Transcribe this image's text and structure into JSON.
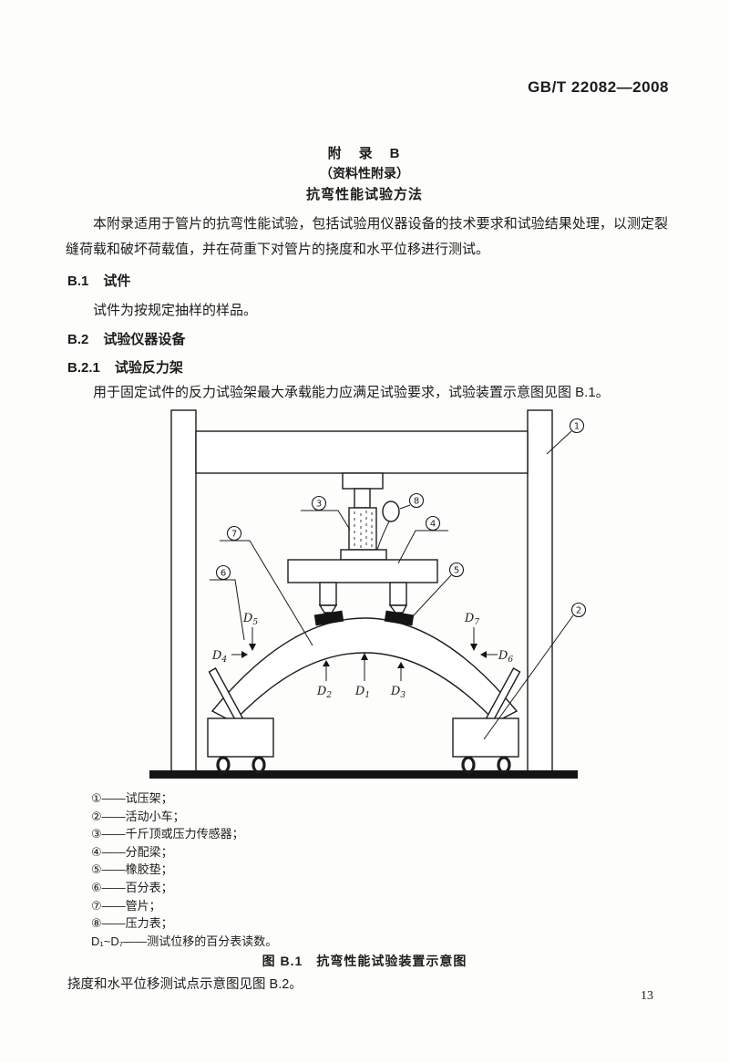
{
  "page": {
    "doc_number": "GB/T 22082—2008",
    "page_number": "13"
  },
  "titles": {
    "appendix": "附　录　B",
    "type": "（资料性附录）",
    "name": "抗弯性能试验方法"
  },
  "intro": "本附录适用于管片的抗弯性能试验，包括试验用仪器设备的技术要求和试验结果处理，以测定裂缝荷载和破坏荷载值，并在荷重下对管片的挠度和水平位移进行测试。",
  "sections": [
    {
      "num": "B.1",
      "title": "试件",
      "body": "试件为按规定抽样的样品。"
    },
    {
      "num": "B.2",
      "title": "试验仪器设备",
      "body": ""
    },
    {
      "num": "B.2.1",
      "title": "试验反力架",
      "body": "用于固定试件的反力试验架最大承载能力应满足试验要求，试验装置示意图见图 B.1。"
    }
  ],
  "figure": {
    "callout_nums": [
      "1",
      "2",
      "3",
      "4",
      "5",
      "6",
      "7",
      "8"
    ],
    "d_prefix": "D",
    "d_nums": [
      "1",
      "2",
      "3",
      "4",
      "5",
      "6",
      "7"
    ],
    "legend": [
      "①——试压架；",
      "②——活动小车；",
      "③——千斤顶或压力传感器；",
      "④——分配梁；",
      "⑤——橡胶垫；",
      "⑥——百分表；",
      "⑦——管片；",
      "⑧——压力表；",
      "D₁~D₇——测试位移的百分表读数。"
    ],
    "caption": "图 B.1　抗弯性能试验装置示意图",
    "after_text": "挠度和水平位移测试点示意图见图 B.2。"
  }
}
